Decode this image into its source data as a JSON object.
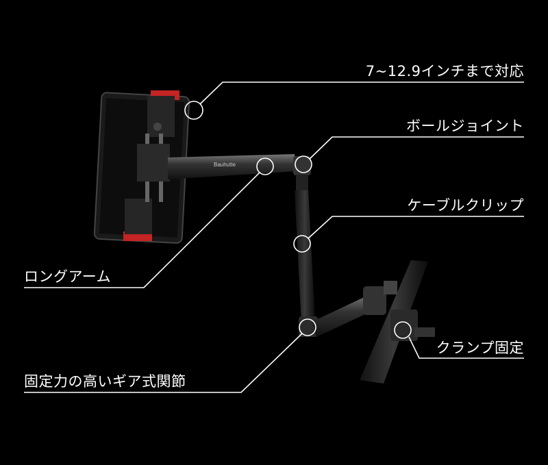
{
  "brand_logo": "Bauhutte",
  "callouts": [
    {
      "id": "tablet-size",
      "text": "7~12.9インチまで対応"
    },
    {
      "id": "ball-joint",
      "text": "ボールジョイント"
    },
    {
      "id": "cable-clip",
      "text": "ケーブルクリップ"
    },
    {
      "id": "long-arm",
      "text": "ロングアーム"
    },
    {
      "id": "gear-joint",
      "text": "固定力の高いギア式関節"
    },
    {
      "id": "clamp",
      "text": "クランプ固定"
    }
  ],
  "colors": {
    "background": "#000000",
    "line": "#ffffff",
    "holder_accent": "#d42a2a"
  }
}
